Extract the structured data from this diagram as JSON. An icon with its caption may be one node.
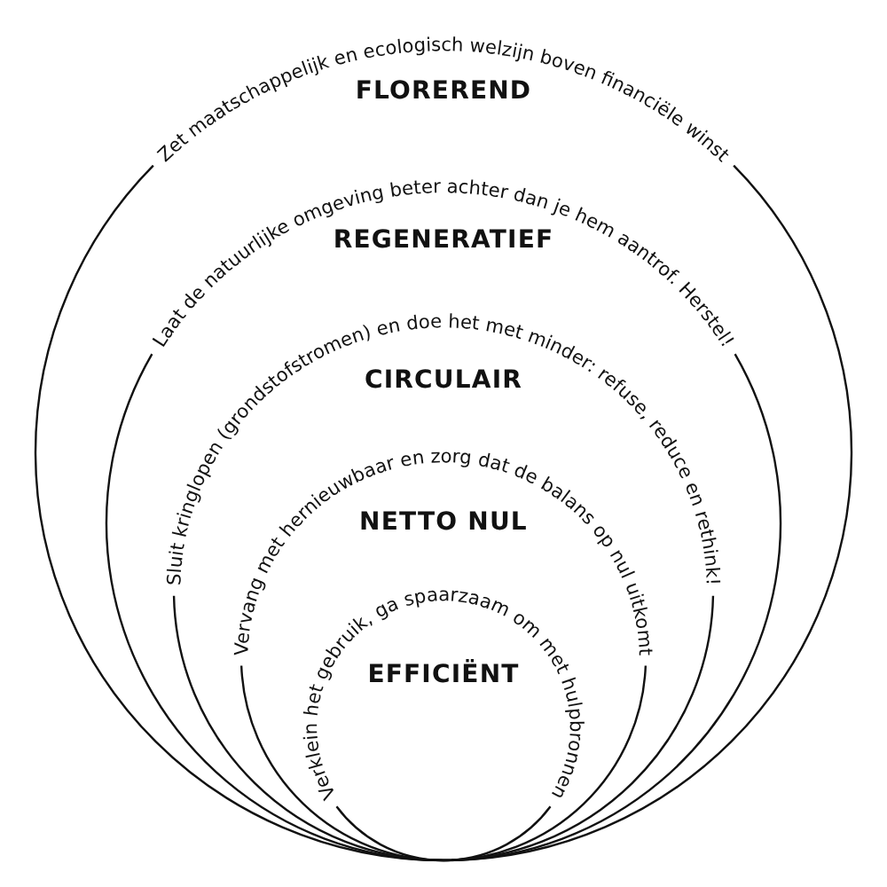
{
  "diagram": {
    "nodes": [
      {
        "text": [
          "FLOREREND",
          "Zet maatschappelijk en ecologisch welzijn boven financiële winst"
        ]
      },
      {
        "text": [
          "REGENERATIEF",
          "Laat de natuurlijke omgeving beter achter dan je hem aantrof. Herstel!"
        ],
        "in": 0
      },
      {
        "text": [
          "CIRCULAIR",
          "Sluit kringlopen (grondstofstromen) en doe het met minder: refuse, reduce en rethink!"
        ],
        "in": 1
      },
      {
        "text": [
          "NETTO NUL",
          "Vervang met hernieuwbaar en zorg dat de balans op nul uitkomt"
        ],
        "in": 2
      },
      {
        "text": [
          "EFFICIËNT",
          "Verklein het gebruik, ga spaarzaam om met hulpbronnen"
        ],
        "in": 3
      }
    ]
  }
}
